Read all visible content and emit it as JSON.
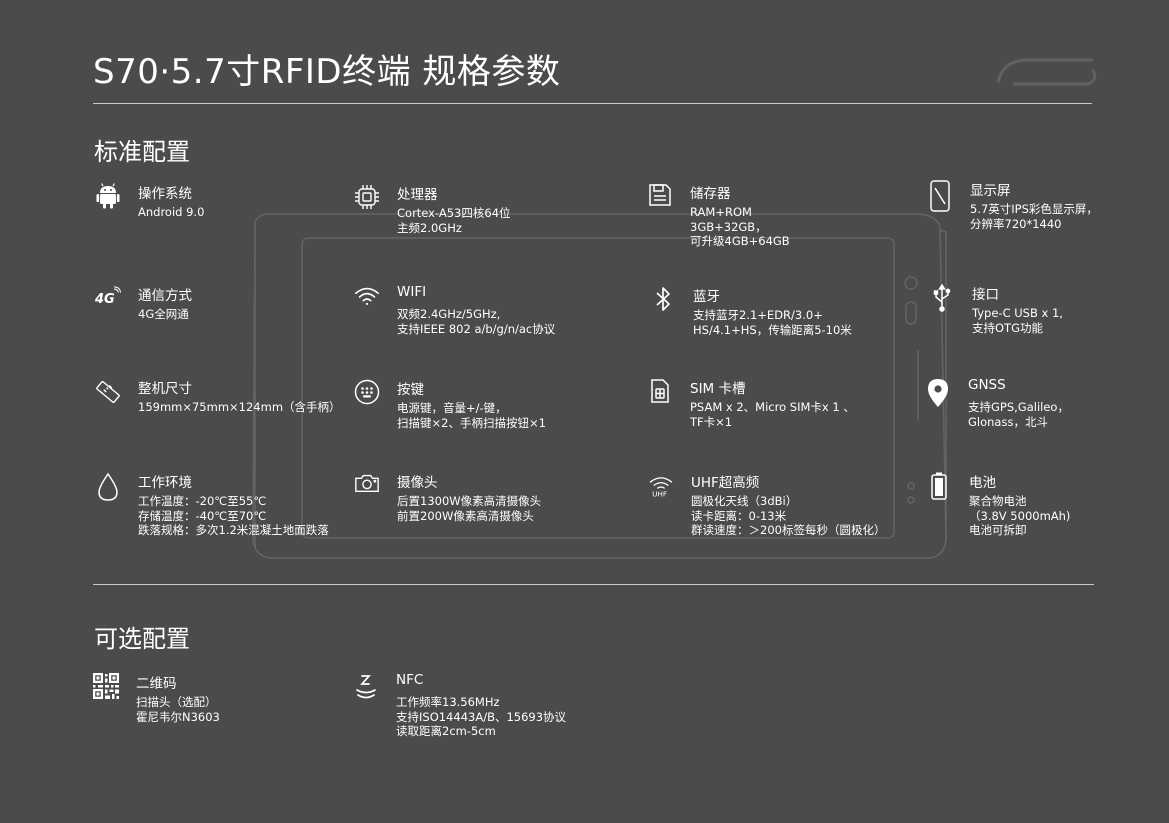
{
  "page": {
    "title": "S70·5.7寸RFID终端 规格参数",
    "standard_heading": "标准配置",
    "optional_heading": "可选配置"
  },
  "colors": {
    "background": "#4b4b4c",
    "text": "#ffffff",
    "rule": "#c9c9c9",
    "device_outline": "#6a6a6b"
  },
  "standard": [
    {
      "icon": "android-icon",
      "label": "操作系统",
      "lines": [
        "Android 9.0"
      ]
    },
    {
      "icon": "cpu-icon",
      "label": "处理器",
      "lines": [
        "Cortex-A53四核64位",
        "主频2.0GHz"
      ]
    },
    {
      "icon": "storage-icon",
      "label": "储存器",
      "lines": [
        "RAM+ROM",
        "3GB+32GB，",
        "可升级4GB+64GB"
      ]
    },
    {
      "icon": "phone-screen-icon",
      "label": "显示屏",
      "lines": [
        "5.7英寸IPS彩色显示屏，",
        "分辨率720*1440"
      ]
    },
    {
      "icon": "4g-icon",
      "label": "通信方式",
      "lines": [
        "4G全网通"
      ]
    },
    {
      "icon": "wifi-icon",
      "label": "WIFI",
      "lines": [
        "双频2.4GHz/5GHz,",
        "支持IEEE 802 a/b/g/n/ac协议"
      ]
    },
    {
      "icon": "bluetooth-icon",
      "label": "蓝牙",
      "lines": [
        "支持蓝牙2.1+EDR/3.0+",
        "HS/4.1+HS，传输距离5-10米"
      ]
    },
    {
      "icon": "usb-icon",
      "label": "接口",
      "lines": [
        "Type-C USB x 1,",
        "支持OTG功能"
      ]
    },
    {
      "icon": "ruler-icon",
      "label": "整机尺寸",
      "lines": [
        "159mm×75mm×124mm（含手柄）"
      ]
    },
    {
      "icon": "keypad-icon",
      "label": "按键",
      "lines": [
        "电源键，音量+/-键，",
        "扫描键×2、手柄扫描按钮×1"
      ]
    },
    {
      "icon": "sim-card-icon",
      "label": "SIM 卡槽",
      "lines": [
        "PSAM x 2、Micro SIM卡x 1 、",
        "TF卡×1"
      ]
    },
    {
      "icon": "location-pin-icon",
      "label": "GNSS",
      "lines": [
        "支持GPS,Galileo，",
        "Glonass，北斗"
      ]
    },
    {
      "icon": "water-drop-icon",
      "label": "工作环境",
      "lines": [
        "工作温度：-20℃至55℃",
        "存储温度：-40℃至70℃",
        "跌落规格：多次1.2米混凝土地面跌落"
      ]
    },
    {
      "icon": "camera-icon",
      "label": "摄像头",
      "lines": [
        "后置1300W像素高清摄像头",
        "前置200W像素高清摄像头"
      ]
    },
    {
      "icon": "uhf-icon",
      "label": "UHF超高频",
      "lines": [
        "圆极化天线（3dBi）",
        "读卡距离：0-13米",
        "群读速度：＞200标签每秒（圆极化）"
      ],
      "icon_text": "UHF"
    },
    {
      "icon": "battery-icon",
      "label": "电池",
      "lines": [
        "聚合物电池",
        "（3.8V 5000mAh)",
        "电池可拆卸"
      ]
    }
  ],
  "optional": [
    {
      "icon": "qr-code-icon",
      "label": "二维码",
      "lines": [
        "扫描头（选配）",
        "霍尼韦尔N3603"
      ]
    },
    {
      "icon": "nfc-icon",
      "label": "NFC",
      "lines": [
        "工作频率13.56MHz",
        "支持ISO14443A/B、15693协议",
        "读取距离2cm-5cm"
      ]
    }
  ]
}
